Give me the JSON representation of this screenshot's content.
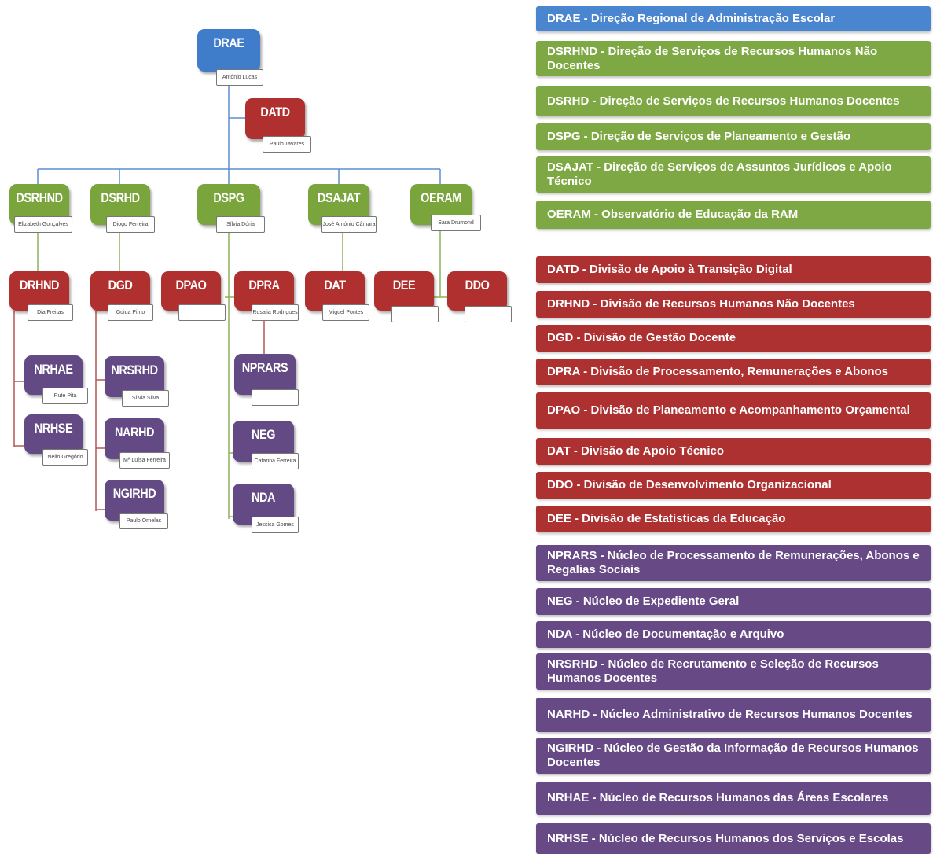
{
  "colors": {
    "blue": "#3f7cc9",
    "red": "#b0302f",
    "green": "#79a53c",
    "purple": "#644a85"
  },
  "org": {
    "drae": {
      "abbr": "DRAE",
      "name": "António Lucas"
    },
    "datd": {
      "abbr": "DATD",
      "name": "Paulo Tavares"
    },
    "dsrhnd": {
      "abbr": "DSRHND",
      "name": "Elizabeth Gonçalves"
    },
    "dsrhd": {
      "abbr": "DSRHD",
      "name": "Diogo Ferreira"
    },
    "dspg": {
      "abbr": "DSPG",
      "name": "Sílvia Dória"
    },
    "dsajat": {
      "abbr": "DSAJAT",
      "name": "José António Câmara"
    },
    "oeram": {
      "abbr": "OERAM",
      "name": "Sara Drumond"
    },
    "drhnd": {
      "abbr": "DRHND",
      "name": "Dia Freitas"
    },
    "dgd": {
      "abbr": "DGD",
      "name": "Guida Pinto"
    },
    "dpao": {
      "abbr": "DPAO",
      "name": ""
    },
    "dpra": {
      "abbr": "DPRA",
      "name": "Rosalia Rodrigues"
    },
    "dat": {
      "abbr": "DAT",
      "name": "Miguel Pontes"
    },
    "dee": {
      "abbr": "DEE",
      "name": ""
    },
    "ddo": {
      "abbr": "DDO",
      "name": ""
    },
    "nrhae": {
      "abbr": "NRHAE",
      "name": "Rute Pita"
    },
    "nrhse": {
      "abbr": "NRHSE",
      "name": "Nelio Gregório"
    },
    "nrsrhd": {
      "abbr": "NRSRHD",
      "name": "Sílvia Silva"
    },
    "narhd": {
      "abbr": "NARHD",
      "name": "Mª Luísa Ferreira"
    },
    "ngirhd": {
      "abbr": "NGIRHD",
      "name": "Paulo Ornelas"
    },
    "nprars": {
      "abbr": "NPRARS",
      "name": ""
    },
    "neg": {
      "abbr": "NEG",
      "name": "Catarina Ferreira"
    },
    "nda": {
      "abbr": "NDA",
      "name": "Jessica Gomes"
    }
  },
  "legend": [
    {
      "text": "DRAE - Direção Regional de Administração Escolar",
      "color": "blue"
    },
    {
      "text": "DSRHND - Direção de Serviços de Recursos Humanos Não Docentes",
      "color": "green"
    },
    {
      "text": "DSRHD - Direção de Serviços de Recursos Humanos Docentes",
      "color": "green"
    },
    {
      "text": "DSPG - Direção de Serviços de Planeamento e Gestão",
      "color": "green"
    },
    {
      "text": "DSAJAT - Direção de Serviços de Assuntos Jurídicos e Apoio Técnico",
      "color": "green"
    },
    {
      "text": "OERAM - Observatório de Educação da RAM",
      "color": "green"
    },
    {
      "text": "DATD - Divisão de Apoio à Transição Digital",
      "color": "red"
    },
    {
      "text": "DRHND - Divisão de Recursos Humanos Não Docentes",
      "color": "red"
    },
    {
      "text": "DGD - Divisão de Gestão Docente",
      "color": "red"
    },
    {
      "text": "DPRA - Divisão de Processamento, Remunerações e Abonos",
      "color": "red"
    },
    {
      "text": "DPAO - Divisão de Planeamento e Acompanhamento Orçamental",
      "color": "red"
    },
    {
      "text": "DAT - Divisão de Apoio Técnico",
      "color": "red"
    },
    {
      "text": "DDO - Divisão de Desenvolvimento Organizacional",
      "color": "red"
    },
    {
      "text": "DEE - Divisão de Estatísticas da Educação",
      "color": "red"
    },
    {
      "text": "NPRARS - Núcleo de Processamento de Remunerações, Abonos e Regalias Sociais",
      "color": "purple"
    },
    {
      "text": "NEG - Núcleo de Expediente Geral",
      "color": "purple"
    },
    {
      "text": "NDA - Núcleo de Documentação e Arquivo",
      "color": "purple"
    },
    {
      "text": "NRSRHD - Núcleo de Recrutamento e Seleção de Recursos Humanos Docentes",
      "color": "purple"
    },
    {
      "text": "NARHD - Núcleo Administrativo de Recursos Humanos Docentes",
      "color": "purple"
    },
    {
      "text": "NGIRHD - Núcleo de Gestão da Informação de Recursos Humanos Docentes",
      "color": "purple"
    },
    {
      "text": "NRHAE - Núcleo de Recursos Humanos das Áreas Escolares",
      "color": "purple"
    },
    {
      "text": "NRHSE - Núcleo de Recursos Humanos dos Serviços e Escolas",
      "color": "purple"
    }
  ]
}
